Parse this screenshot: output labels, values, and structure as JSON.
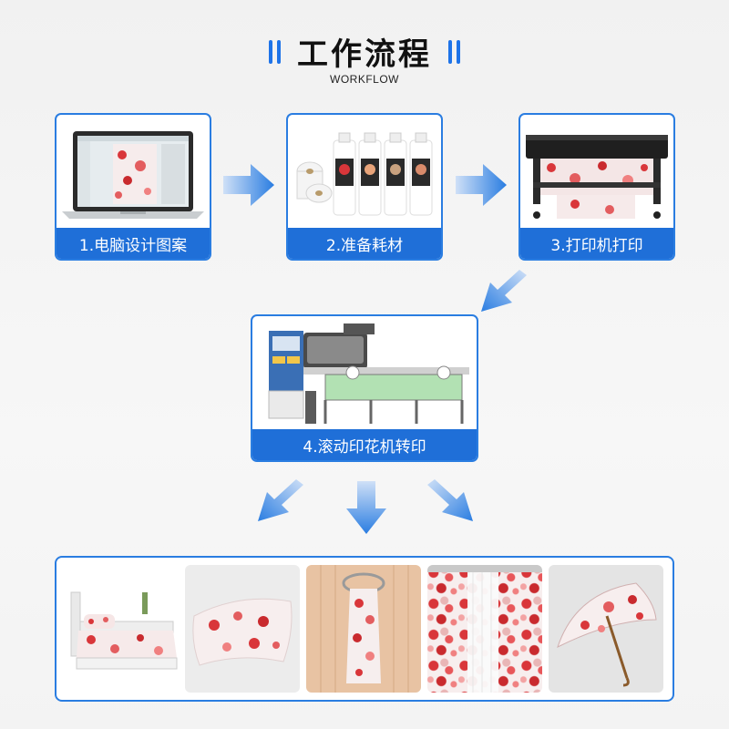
{
  "header": {
    "title": "工作流程",
    "subtitle": "WORKFLOW"
  },
  "steps": [
    {
      "label": "1.电脑设计图案",
      "icon": "laptop-icon"
    },
    {
      "label": "2.准备耗材",
      "icon": "ink-bottles-icon"
    },
    {
      "label": "3.打印机打印",
      "icon": "printer-icon"
    },
    {
      "label": "4.滚动印花机转印",
      "icon": "heat-press-icon"
    }
  ],
  "products": [
    "bedding-icon",
    "pillow-icon",
    "towel-icon",
    "curtain-icon",
    "umbrella-icon"
  ],
  "colors": {
    "accent": "#1f6fd8",
    "border": "#2a7de1",
    "print": "#d9363a"
  }
}
